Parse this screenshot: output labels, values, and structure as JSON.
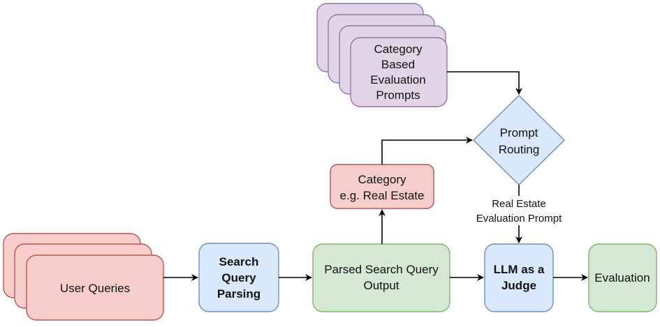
{
  "nodes": {
    "prompts": {
      "line1": "Category",
      "line2": "Based",
      "line3": "Evaluation",
      "line4": "Prompts"
    },
    "routing": {
      "line1": "Prompt",
      "line2": "Routing"
    },
    "category": {
      "line1": "Category",
      "line2": "e.g. Real Estate"
    },
    "user_queries": {
      "label": "User Queries"
    },
    "search_parsing": {
      "line1": "Search",
      "line2": "Query",
      "line3": "Parsing"
    },
    "parsed_output": {
      "line1": "Parsed Search Query",
      "line2": "Output"
    },
    "llm_judge": {
      "line1": "LLM as a",
      "line2": "Judge"
    },
    "evaluation": {
      "label": "Evaluation"
    }
  },
  "edges": {
    "routing_to_judge_label": {
      "line1": "Real Estate",
      "line2": "Evaluation Prompt"
    }
  },
  "colors": {
    "purple_fill": "#e1d5e7",
    "purple_stroke": "#9673a6",
    "red_fill": "#f8cecc",
    "red_stroke": "#b85450",
    "blue_fill": "#dae8fc",
    "blue_stroke": "#6c8ebf",
    "green_fill": "#d5e8d4",
    "green_stroke": "#82b366"
  }
}
